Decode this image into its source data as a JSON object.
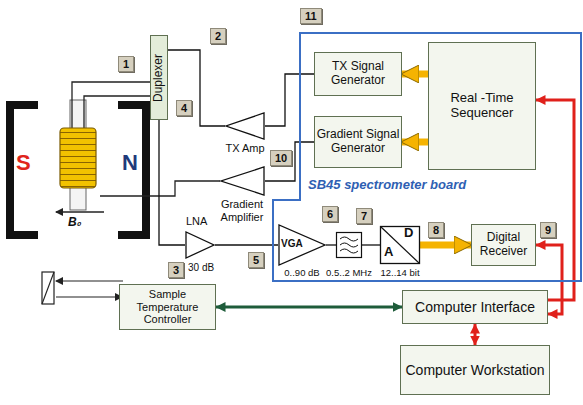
{
  "diagram": {
    "nodes": [
      {
        "text": [
          "SB45 spectrometer board"
        ]
      },
      {
        "text": [
          "Duplexer"
        ]
      },
      {
        "text": [
          "TX Amp"
        ]
      },
      {
        "text": [
          "Gradient Amplifier"
        ]
      },
      {
        "text": [
          "TX Signal Generator"
        ],
        "in": 0
      },
      {
        "text": [
          "Gradient Signal Generator"
        ],
        "in": 0
      },
      {
        "text": [
          "Real -Time Sequencer"
        ],
        "in": 0
      },
      {
        "text": [
          "LNA",
          "30 dB"
        ]
      },
      {
        "text": [
          "VGA",
          "0..90 dB"
        ],
        "in": 0
      },
      {
        "text": [
          "0.5..2 MHz"
        ],
        "in": 0
      },
      {
        "text": [
          "D",
          "A",
          "12..14 bit"
        ],
        "in": 0
      },
      {
        "text": [
          "Digital Receiver"
        ],
        "in": 0
      },
      {
        "text": [
          "Sample Temperature Controller"
        ]
      },
      {
        "text": [
          "Computer Interface"
        ]
      },
      {
        "text": [
          "Computer Workstation"
        ]
      }
    ],
    "edges": [
      {
        "from": 6,
        "to": 4,
        "arrow": "to"
      },
      {
        "from": 6,
        "to": 5,
        "arrow": "to"
      },
      {
        "from": 4,
        "to": 2,
        "arrow": "none"
      },
      {
        "from": 5,
        "to": 3,
        "arrow": "none"
      },
      {
        "from": 2,
        "to": 1,
        "arrow": "none"
      },
      {
        "from": 1,
        "to": 7,
        "arrow": "none"
      },
      {
        "from": 7,
        "to": 8,
        "arrow": "none"
      },
      {
        "from": 8,
        "to": 9,
        "arrow": "none"
      },
      {
        "from": 9,
        "to": 10,
        "arrow": "none"
      },
      {
        "from": 10,
        "to": 11,
        "arrow": "to"
      },
      {
        "from": 11,
        "to": 13,
        "arrow": "both"
      },
      {
        "from": 13,
        "to": 6,
        "arrow": "to"
      },
      {
        "from": 13,
        "to": 14,
        "arrow": "both"
      },
      {
        "from": 12,
        "to": 13,
        "arrow": "both"
      }
    ],
    "labels": [
      "S",
      "N",
      "B₀",
      "1",
      "2",
      "3",
      "4",
      "5",
      "6",
      "7",
      "8",
      "9",
      "10",
      "11"
    ]
  }
}
